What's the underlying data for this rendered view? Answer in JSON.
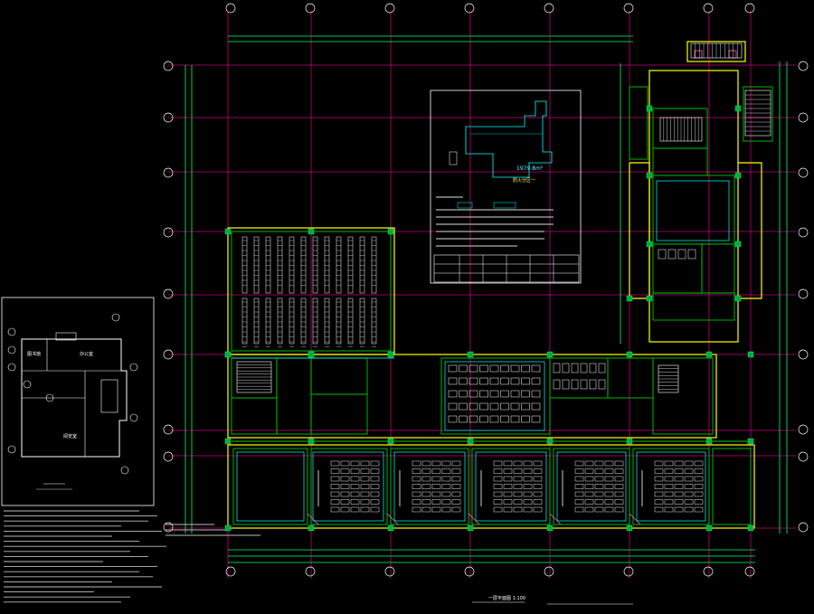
{
  "drawing": {
    "area_label": "1979.8m²",
    "fire_zone_label": "防火分区一",
    "room_labels": {
      "left_top": "图书馆",
      "left_right": "办公室",
      "left_bottom": "阅览室"
    },
    "bottom_title": "一层平面图 1:100",
    "colors": {
      "background": "#000000",
      "grid": "#c4007a",
      "wall": "#ffff00",
      "room": "#00c800",
      "furniture": "#ffffff",
      "dimension": "#00ff66",
      "column": "#00aa44",
      "hatch": "#ff66cc",
      "cyan": "#00ffff"
    }
  }
}
